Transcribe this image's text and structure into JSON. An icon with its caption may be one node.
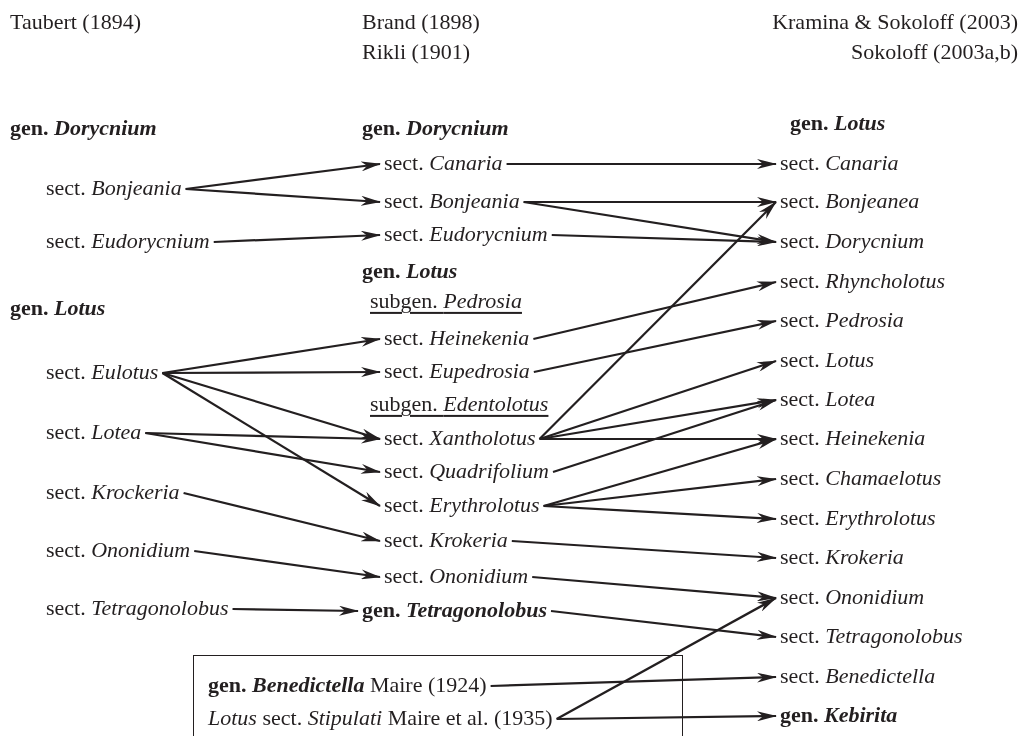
{
  "diagram": {
    "nodes": [
      {
        "text": [
          "sect. *Bonjeania*"
        ]
      },
      {
        "text": [
          "sect. *Eudorycnium*"
        ]
      },
      {
        "text": [
          "sect. *Eulotus*"
        ]
      },
      {
        "text": [
          "sect. *Lotea*"
        ]
      },
      {
        "text": [
          "sect. *Krockeria*"
        ]
      },
      {
        "text": [
          "sect. *Ononidium*"
        ]
      },
      {
        "text": [
          "sect. *Tetragonolobus*"
        ]
      },
      {
        "text": [
          "sect. *Canaria*"
        ]
      },
      {
        "text": [
          "sect. *Bonjeania*"
        ]
      },
      {
        "text": [
          "sect. *Eudorycnium*"
        ]
      },
      {
        "text": [
          "sect. *Heinekenia*"
        ]
      },
      {
        "text": [
          "sect. *Eupedrosia*"
        ]
      },
      {
        "text": [
          "sect. *Xantholotus*"
        ]
      },
      {
        "text": [
          "sect. *Quadrifolium*"
        ]
      },
      {
        "text": [
          "sect. *Erythrolotus*"
        ]
      },
      {
        "text": [
          "sect. *Krokeria*"
        ]
      },
      {
        "text": [
          "sect. *Ononidium*"
        ]
      },
      {
        "text": [
          "gen. *Tetragonolobus*"
        ]
      },
      {
        "text": [],
        "shape": "box"
      },
      {
        "text": [
          "**gen.** *Benedictella* Maire (1924)"
        ],
        "in": 18
      },
      {
        "text": [
          "*Lotus* sect. *Stipulati* Maire et al. (1935)"
        ],
        "in": 18
      },
      {
        "text": [
          "sect. *Canaria*"
        ]
      },
      {
        "text": [
          "sect. *Bonjeanea*"
        ]
      },
      {
        "text": [
          "sect. *Dorycnium*"
        ]
      },
      {
        "text": [
          "sect. *Rhyncholotus*"
        ]
      },
      {
        "text": [
          "sect. *Pedrosia*"
        ]
      },
      {
        "text": [
          "sect. *Lotus*"
        ]
      },
      {
        "text": [
          "sect. *Lotea*"
        ]
      },
      {
        "text": [
          "sect. *Heinekenia*"
        ]
      },
      {
        "text": [
          "sect. *Chamaelotus*"
        ]
      },
      {
        "text": [
          "sect. *Erythrolotus*"
        ]
      },
      {
        "text": [
          "sect. *Krokeria*"
        ]
      },
      {
        "text": [
          "sect. *Ononidium*"
        ]
      },
      {
        "text": [
          "sect. *Tetragonolobus*"
        ]
      },
      {
        "text": [
          "sect. *Benedictella*"
        ]
      },
      {
        "text": [
          "gen. *Kebirita*"
        ]
      }
    ],
    "edges": [
      {
        "from": 0,
        "to": 7,
        "arrow": "to"
      },
      {
        "from": 0,
        "to": 8,
        "arrow": "to"
      },
      {
        "from": 1,
        "to": 9,
        "arrow": "to"
      },
      {
        "from": 2,
        "to": 10,
        "arrow": "to"
      },
      {
        "from": 2,
        "to": 11,
        "arrow": "to"
      },
      {
        "from": 2,
        "to": 12,
        "arrow": "to"
      },
      {
        "from": 2,
        "to": 14,
        "arrow": "to"
      },
      {
        "from": 3,
        "to": 12,
        "arrow": "to"
      },
      {
        "from": 3,
        "to": 13,
        "arrow": "to"
      },
      {
        "from": 4,
        "to": 15,
        "arrow": "to"
      },
      {
        "from": 5,
        "to": 16,
        "arrow": "to"
      },
      {
        "from": 6,
        "to": 17,
        "arrow": "to"
      },
      {
        "from": 7,
        "to": 21,
        "arrow": "to"
      },
      {
        "from": 8,
        "to": 22,
        "arrow": "to"
      },
      {
        "from": 8,
        "to": 23,
        "arrow": "to"
      },
      {
        "from": 9,
        "to": 23,
        "arrow": "to"
      },
      {
        "from": 10,
        "to": 24,
        "arrow": "to"
      },
      {
        "from": 11,
        "to": 25,
        "arrow": "to"
      },
      {
        "from": 12,
        "to": 22,
        "arrow": "to"
      },
      {
        "from": 12,
        "to": 26,
        "arrow": "to"
      },
      {
        "from": 12,
        "to": 27,
        "arrow": "to"
      },
      {
        "from": 12,
        "to": 28,
        "arrow": "to"
      },
      {
        "from": 13,
        "to": 27,
        "arrow": "to"
      },
      {
        "from": 14,
        "to": 28,
        "arrow": "to"
      },
      {
        "from": 14,
        "to": 29,
        "arrow": "to"
      },
      {
        "from": 14,
        "to": 30,
        "arrow": "to"
      },
      {
        "from": 15,
        "to": 31,
        "arrow": "to"
      },
      {
        "from": 16,
        "to": 32,
        "arrow": "to"
      },
      {
        "from": 17,
        "to": 33,
        "arrow": "to"
      },
      {
        "from": 19,
        "to": 34,
        "arrow": "to"
      },
      {
        "from": 20,
        "to": 32,
        "arrow": "to"
      },
      {
        "from": 20,
        "to": 35,
        "arrow": "to"
      }
    ],
    "labels": [
      "Taubert (1894)",
      "Brand (1898)",
      "Kramina & Sokoloff (2003)",
      "Rikli (1901)",
      "Sokoloff (2003a,b)",
      "gen. *Dorycnium*",
      "gen. *Dorycnium*",
      "gen. *Lotus*",
      "gen. *Lotus*",
      "subgen. *Pedrosia*",
      "gen. *Lotus*",
      "subgen. *Edentolotus*"
    ]
  }
}
